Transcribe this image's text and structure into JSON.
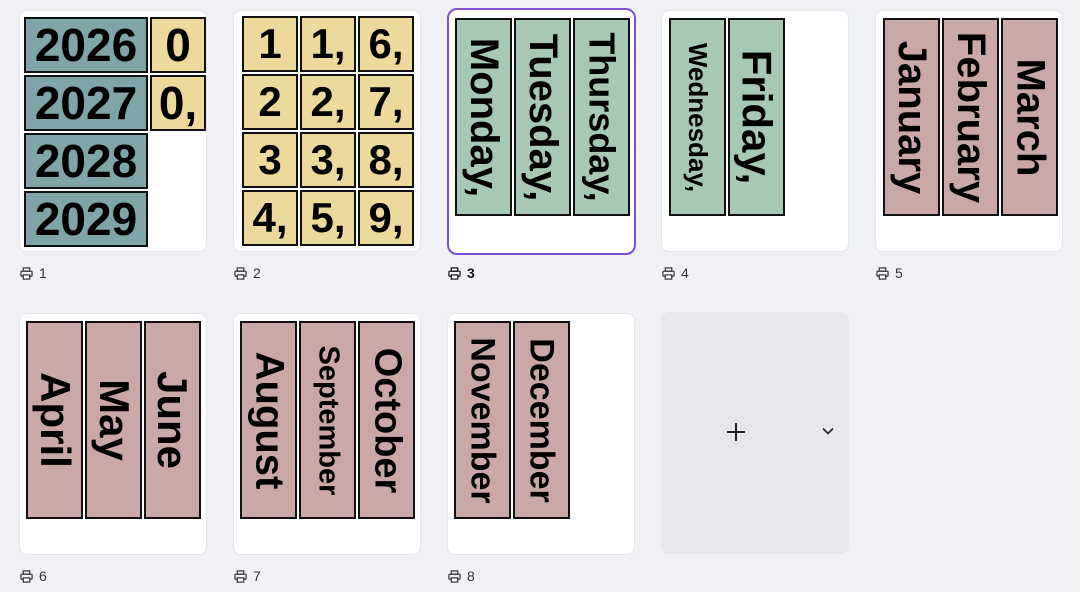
{
  "pages": [
    {
      "number": "1",
      "tiles": [
        {
          "text": "2026",
          "color": "teal"
        },
        {
          "text": "0",
          "color": "yellow"
        },
        {
          "text": "2027",
          "color": "teal"
        },
        {
          "text": "0,",
          "color": "yellow"
        },
        {
          "text": "2028",
          "color": "teal"
        },
        {
          "text": "2029",
          "color": "teal"
        }
      ]
    },
    {
      "number": "2",
      "tiles": [
        {
          "text": "1"
        },
        {
          "text": "1,"
        },
        {
          "text": "6,"
        },
        {
          "text": "2"
        },
        {
          "text": "2,"
        },
        {
          "text": "7,"
        },
        {
          "text": "3"
        },
        {
          "text": "3,"
        },
        {
          "text": "8,"
        },
        {
          "text": "4,"
        },
        {
          "text": "5,"
        },
        {
          "text": "9,"
        }
      ]
    },
    {
      "number": "3",
      "selected": true,
      "tiles": [
        {
          "text": "Monday,"
        },
        {
          "text": "Tuesday,"
        },
        {
          "text": "Thursday,"
        }
      ]
    },
    {
      "number": "4",
      "tiles": [
        {
          "text": "Wednesday,"
        },
        {
          "text": "Friday,"
        }
      ]
    },
    {
      "number": "5",
      "tiles": [
        {
          "text": "January"
        },
        {
          "text": "February"
        },
        {
          "text": "March"
        }
      ]
    },
    {
      "number": "6",
      "tiles": [
        {
          "text": "April"
        },
        {
          "text": "May"
        },
        {
          "text": "June"
        }
      ]
    },
    {
      "number": "7",
      "tiles": [
        {
          "text": "August"
        },
        {
          "text": "September"
        },
        {
          "text": "October"
        }
      ]
    },
    {
      "number": "8",
      "tiles": [
        {
          "text": "November"
        },
        {
          "text": "December"
        }
      ]
    }
  ],
  "add_page": {
    "plus_icon": "plus-icon",
    "menu_icon": "chevron-down-icon"
  },
  "page_icon": "print-icon",
  "colors": {
    "teal": "#7fa5a8",
    "yellow": "#ecd99c",
    "green": "#a6c8b5",
    "pink": "#c9a8a7",
    "selection": "#7d4fd6"
  }
}
